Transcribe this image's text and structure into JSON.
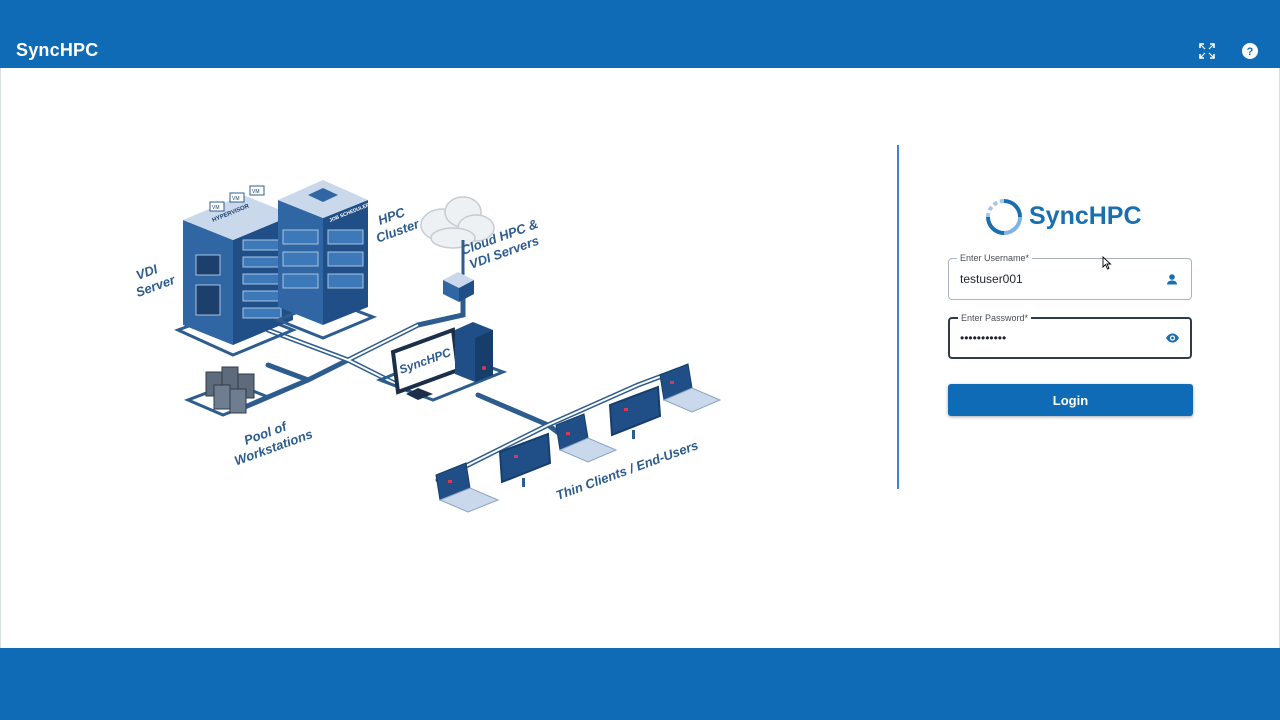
{
  "header": {
    "brand": "SyncHPC",
    "icons": [
      "fullscreen-icon",
      "help-icon"
    ]
  },
  "illustration": {
    "labels": {
      "vdi_server": [
        "VDI",
        "Server"
      ],
      "hypervisor": "HYPERVISOR",
      "vm": "VM",
      "job_scheduler": "JOB SCHEDULER",
      "hpc_cluster": [
        "HPC",
        "Cluster"
      ],
      "cloud": [
        "Cloud HPC &",
        "VDI Servers"
      ],
      "synchpc_node": "SyncHPC",
      "pool": [
        "Pool of",
        "Workstations"
      ],
      "thin_clients": "Thin Clients / End-Users"
    }
  },
  "login": {
    "logo_text": "SyncHPC",
    "username_label": "Enter Username*",
    "username_value": "testuser001",
    "password_label": "Enter Password*",
    "password_value": "•••••••••••",
    "login_label": "Login"
  },
  "colors": {
    "primary": "#0f6bb6",
    "illustration_blue": "#2d5c8f",
    "divider": "#3a86c6",
    "accent_red": "#d93a57"
  }
}
